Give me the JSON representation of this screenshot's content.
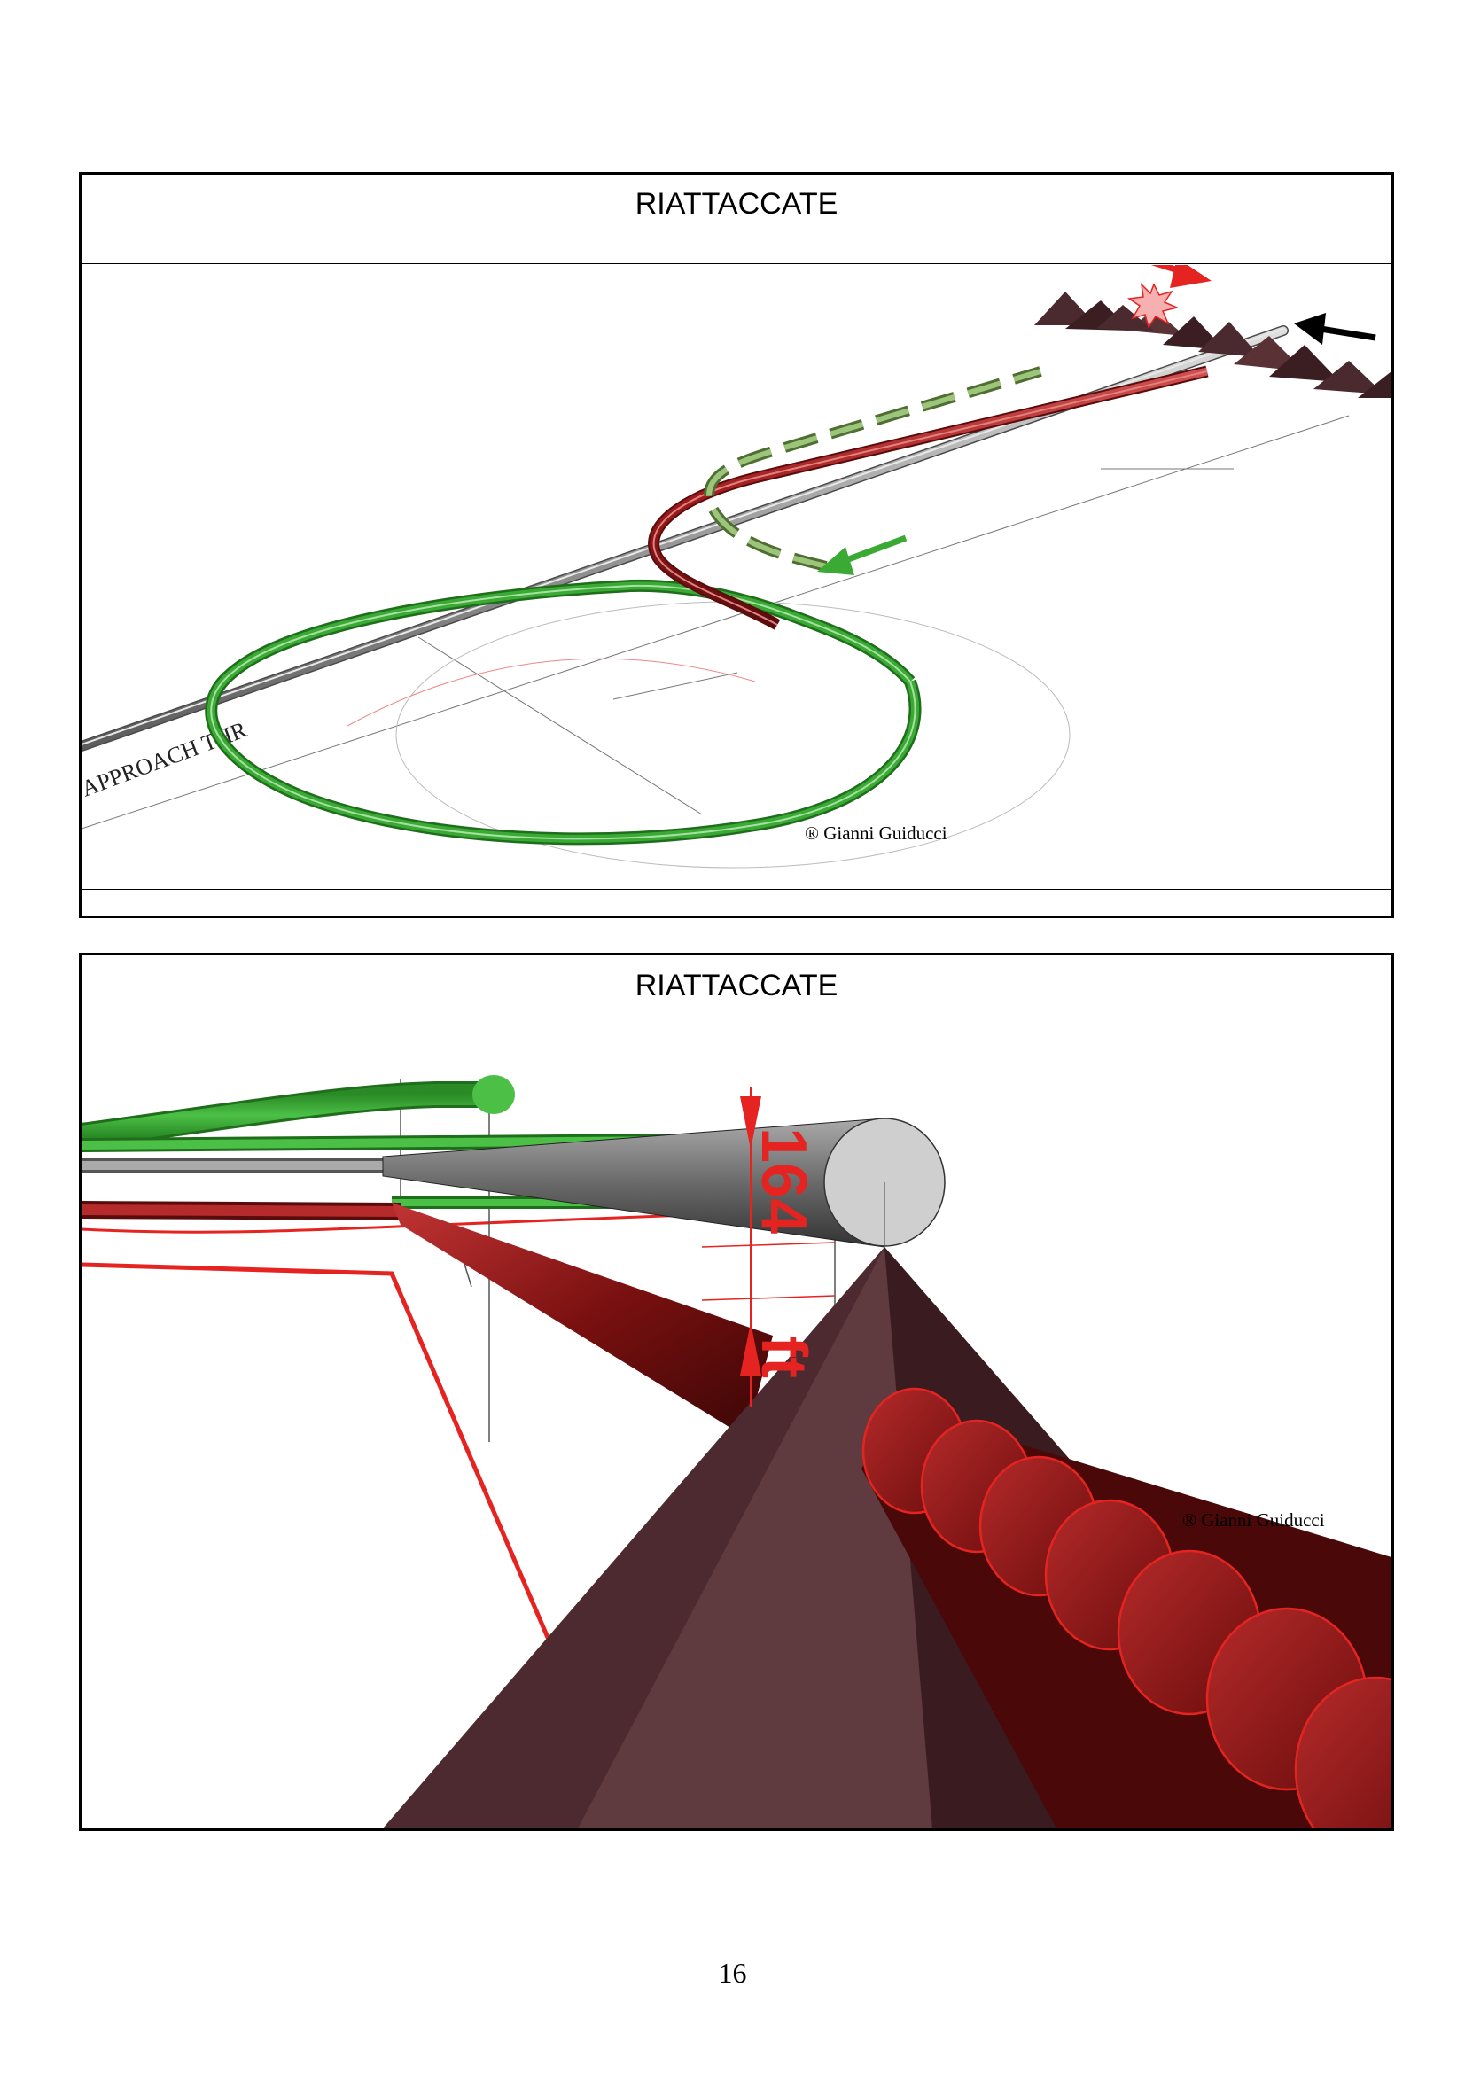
{
  "slides": [
    {
      "title": "RIATTACCATE",
      "runway_label": "APPROACH THR",
      "copyright": "® Gianni Guiducci"
    },
    {
      "title": "RIATTACCATE",
      "clearance_value": "164",
      "clearance_unit": "ft",
      "copyright": "® Gianni Guiducci"
    }
  ],
  "page_number": "16",
  "colors": {
    "track_green": "#3aaa35",
    "track_red": "#9e1b1b",
    "runway_grey": "#9a9a9a",
    "terrain": "#4a2a2e",
    "arrow_red": "#e52421",
    "arrow_black": "#000000"
  }
}
